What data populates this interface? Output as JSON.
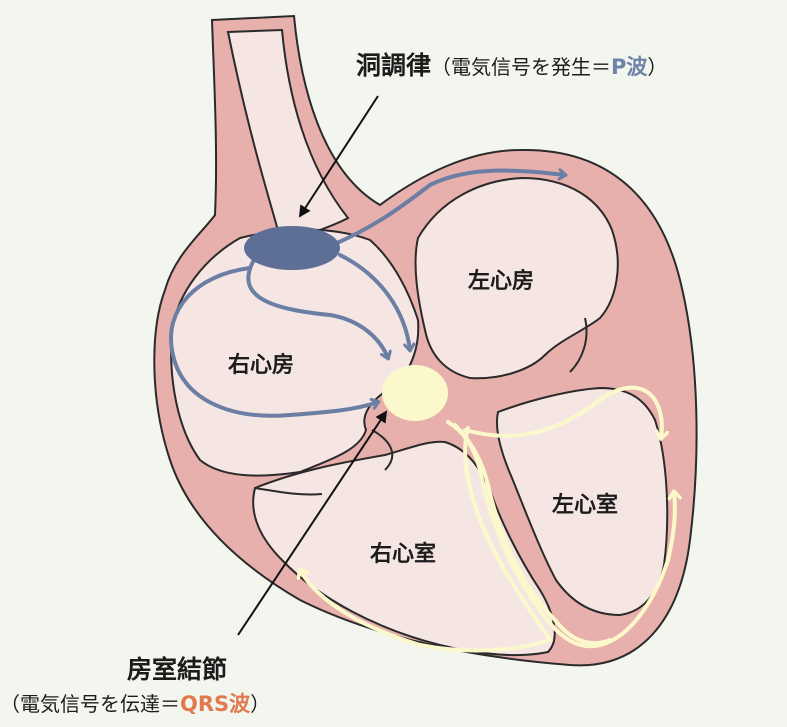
{
  "colors": {
    "background": "#f3f6ee",
    "wall": "#e8b0ad",
    "wall_stroke": "#2a2a2a",
    "chamber": "#f6e6e3",
    "blue": "#6b7ea3",
    "sa_node": "#5d6f96",
    "yellow": "#fbf8cc",
    "p_accent": "#6f82a8",
    "qrs_accent": "#e07a4c"
  },
  "sa_label": {
    "title": "洞調律",
    "open": "（電気信号を発生＝",
    "accent": "P波",
    "close": "）"
  },
  "av_label": {
    "title": "房室結節",
    "open": "（電気信号を伝達＝",
    "accent": "QRS波",
    "close": "）"
  },
  "chambers": {
    "right_atrium": "右心房",
    "left_atrium": "左心房",
    "right_ventricle": "右心室",
    "left_ventricle": "左心室"
  }
}
